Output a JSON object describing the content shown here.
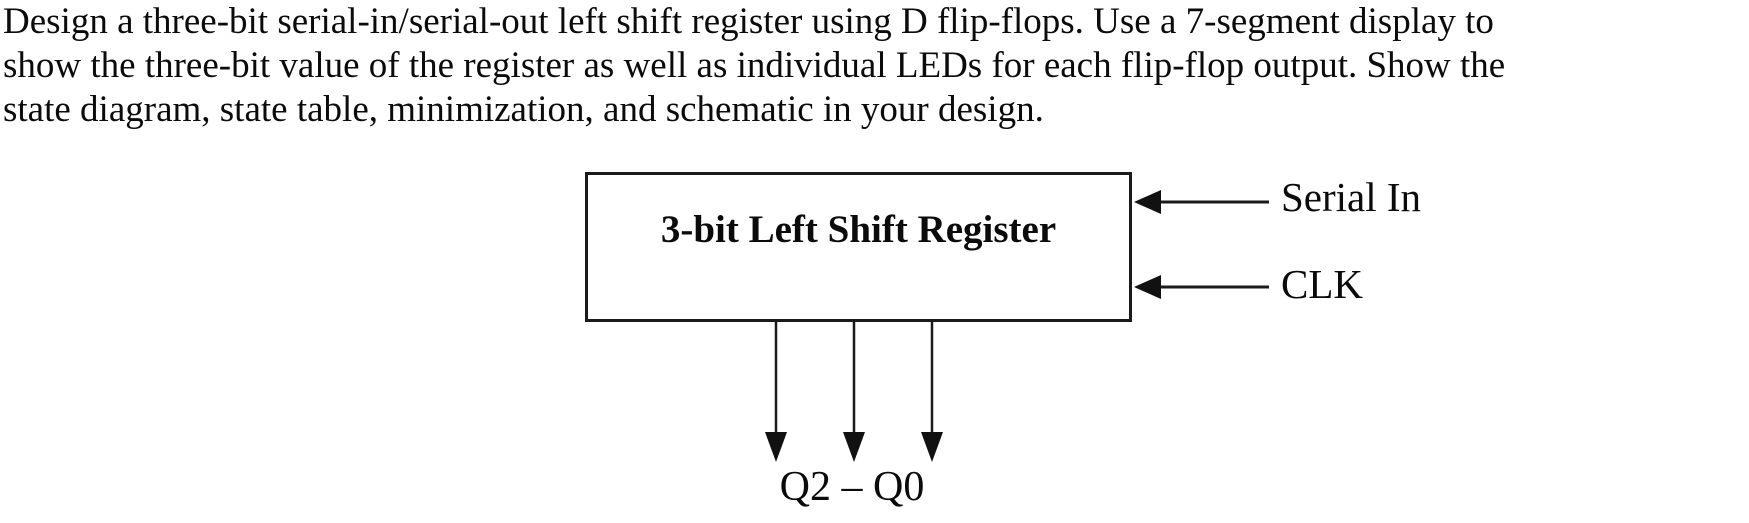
{
  "problem": {
    "lines": [
      "Design a three-bit serial-in/serial-out left shift register using D flip-flops. Use a 7-segment display to",
      "show the three-bit value of the register as well as individual LEDs for each flip-flop output. Show the",
      "state diagram, state table, minimization, and schematic in your design."
    ]
  },
  "diagram": {
    "register_label": "3-bit Left Shift Register",
    "serial_in_label": "Serial In",
    "clk_label": "CLK",
    "output_label": "Q2 – Q0",
    "ink_color": "#1b1b1b",
    "background_color": "#ffffff"
  }
}
